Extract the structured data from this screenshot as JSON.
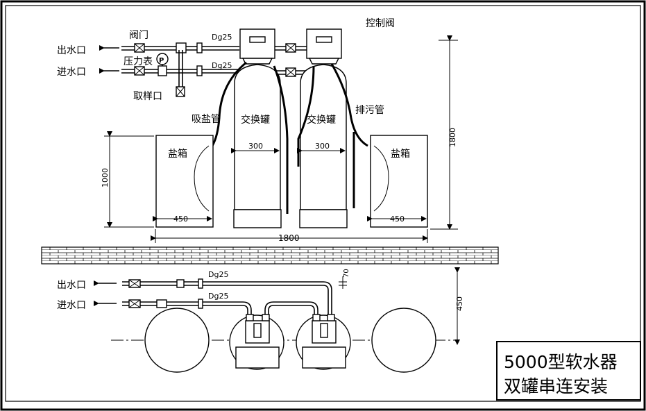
{
  "labels": {
    "control_valve": "控制阀",
    "outlet_top": "出水口",
    "inlet_top": "进水口",
    "valve": "阀门",
    "pressure_gauge": "压力表",
    "gauge_symbol": "P",
    "sampling_port": "取样口",
    "dg25_a": "Dg25",
    "dg25_b": "Dg25",
    "brine_pipe": "吸盐管",
    "drain_pipe": "排污管",
    "exchange_tank_left": "交换罐",
    "exchange_tank_right": "交换罐",
    "salt_box_left": "盐箱",
    "salt_box_right": "盐箱",
    "dim_300_left": "300",
    "dim_300_right": "300",
    "dim_450_left": "450",
    "dim_450_right": "450",
    "dim_1000": "1000",
    "dim_1800_height": "1800",
    "dim_1800_width": "1800",
    "outlet_bottom": "出水口",
    "inlet_bottom": "进水口",
    "dg25_c": "Dg25",
    "dg25_d": "Dg25",
    "dim_70": "70",
    "dim_450_plan": "450"
  },
  "title_block": {
    "line1": "5000型软水器",
    "line2": "双罐串连安装"
  },
  "colors": {
    "ink": "#000000",
    "paper": "#ffffff"
  }
}
